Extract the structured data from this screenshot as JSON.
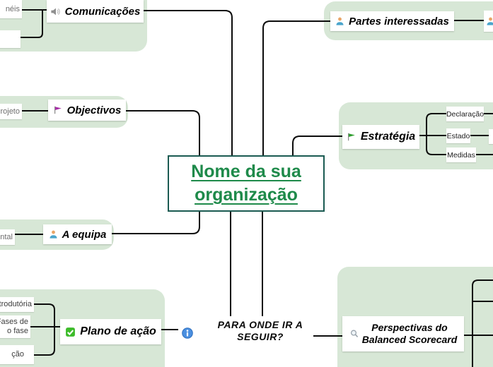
{
  "colors": {
    "group_highlight": "#d7e7d6",
    "connector_line": "#0c0c0c",
    "central_border": "#1b5b52",
    "central_text": "#1e8a4a",
    "fragment_text": "#6e6e6e",
    "info_icon_blue": "#4a8fe0",
    "purple_flag": "#a62ca6",
    "green_flag": "#2f9e2f",
    "check_green": "#3dbb2a"
  },
  "topics": {
    "central": {
      "line1": "Nome da sua",
      "line2": "organização"
    },
    "comunicacoes": {
      "label": "Comunicações",
      "icon": "speaker-icon"
    },
    "objectivos": {
      "label": "Objectivos",
      "icon": "purple-flag-icon"
    },
    "equipa": {
      "label": "A equipa",
      "icon": "person-icon"
    },
    "plano": {
      "label": "Plano de ação",
      "icon": "check-icon"
    },
    "partes": {
      "label": "Partes interessadas",
      "icon": "person-icon"
    },
    "estrategia": {
      "label": "Estratégia",
      "icon": "green-flag-icon"
    },
    "perspectivas": {
      "line1": "Perspectivas do",
      "line2": "Balanced Scorecard",
      "icon": "magnifier-icon"
    },
    "para_onde": {
      "line1": "PARA ONDE IR A",
      "line2": "SEGUIR?"
    },
    "declaracao": {
      "label": "Declaração"
    },
    "estado": {
      "label": "Estado"
    },
    "medidas": {
      "label": "Medidas"
    }
  },
  "fragments": {
    "neis": "néis",
    "rojeto": "rojeto",
    "ental": "ental",
    "introdutoria": "ntrodutória",
    "fases_line1": "oFases de",
    "fases_line2": "o fase",
    "cao": "ção"
  }
}
